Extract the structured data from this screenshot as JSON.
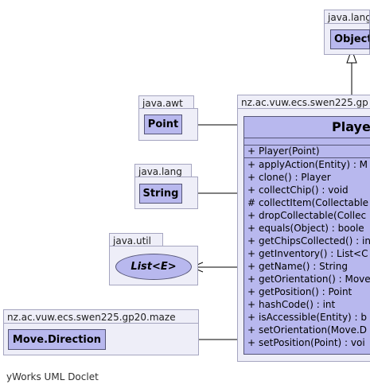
{
  "packages": {
    "java_lang_top": "java.lang",
    "java_awt": "java.awt",
    "java_lang": "java.lang",
    "java_util": "java.util",
    "maze": "nz.ac.vuw.ecs.swen225.gp20.maze",
    "player_pkg": "nz.ac.vuw.ecs.swen225.gp"
  },
  "classes": {
    "object": "Object",
    "point": "Point",
    "string": "String",
    "list": "List<E>",
    "direction": "Move.Direction"
  },
  "player": {
    "name": "Player",
    "constructor": {
      "vis": "+",
      "text": "Player(Point)"
    },
    "methods": [
      {
        "vis": "+",
        "text": "applyAction(Entity) : M"
      },
      {
        "vis": "+",
        "text": "clone() : Player"
      },
      {
        "vis": "+",
        "text": "collectChip() : void"
      },
      {
        "vis": "#",
        "text": "collectItem(Collectable"
      },
      {
        "vis": "+",
        "text": "dropCollectable(Collec"
      },
      {
        "vis": "+",
        "text": "equals(Object) : boole"
      },
      {
        "vis": "+",
        "text": "getChipsCollected() : in"
      },
      {
        "vis": "+",
        "text": "getInventory() : List<C"
      },
      {
        "vis": "+",
        "text": "getName() : String"
      },
      {
        "vis": "+",
        "text": "getOrientation() : Move"
      },
      {
        "vis": "+",
        "text": "getPosition() : Point"
      },
      {
        "vis": "+",
        "text": "hashCode() : int"
      },
      {
        "vis": "+",
        "text": "isAccessible(Entity) : b"
      },
      {
        "vis": "+",
        "text": "setOrientation(Move.D"
      },
      {
        "vis": "+",
        "text": "setPosition(Point) : voi"
      }
    ]
  },
  "footer": "yWorks UML Doclet"
}
